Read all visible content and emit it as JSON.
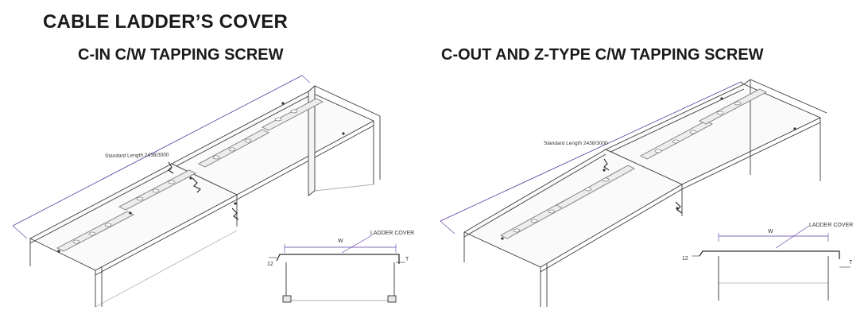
{
  "title": "CABLE LADDER’S COVER",
  "left_panel": {
    "heading": "C-IN C/W TAPPING SCREW",
    "standard_length": "Standard Length 2438/3000",
    "detail": {
      "width_label": "W",
      "cover_label": "LADDER COVER",
      "lip_label": "12",
      "thickness_label": "T"
    }
  },
  "right_panel": {
    "heading": "C-OUT AND Z-TYPE C/W TAPPING SCREW",
    "standard_length": "Standard Length 2438/3000",
    "detail": {
      "width_label": "W",
      "cover_label": "LADDER COVER",
      "lip_label": "12",
      "thickness_label": "T"
    }
  },
  "colors": {
    "line": "#3a3a3a",
    "dimension": "#5b3aa0",
    "rung": "#7a7a7a"
  }
}
